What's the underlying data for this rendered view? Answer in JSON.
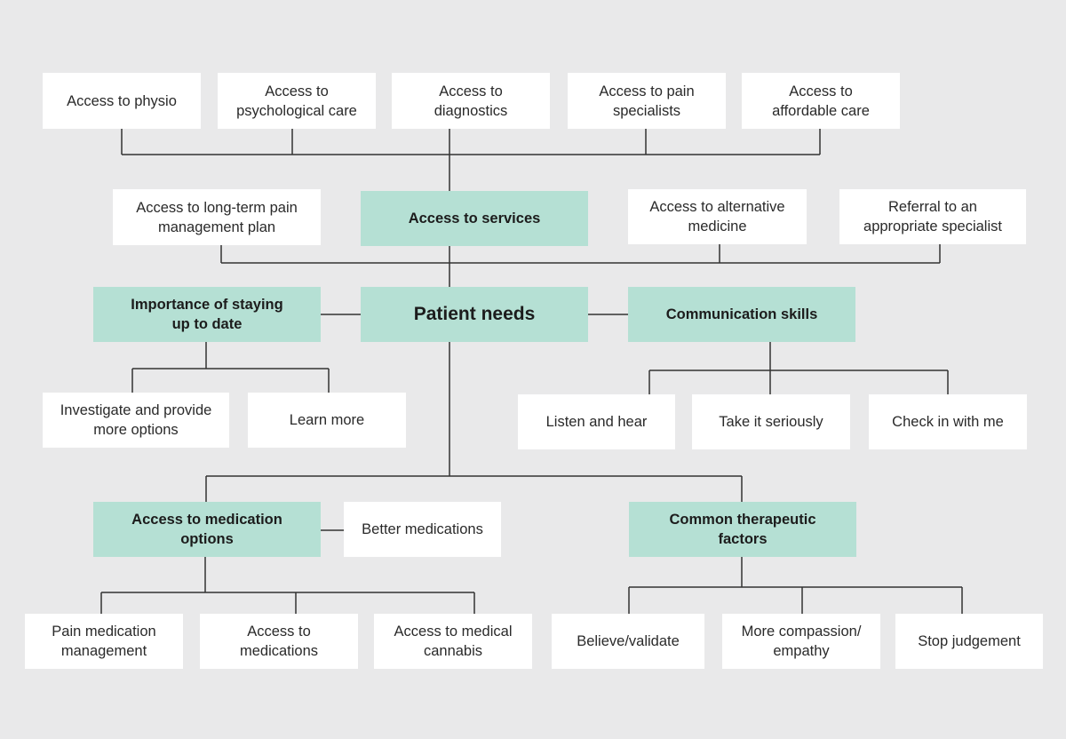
{
  "diagram": {
    "center": "Patient needs",
    "access_to_services": {
      "label": "Access to services",
      "top_row": [
        "Access to physio",
        "Access to\npsychological care",
        "Access to\ndiagnostics",
        "Access to pain\nspecialists",
        "Access to\naffordable care"
      ],
      "second_row": [
        "Access to long-term pain\nmanagement plan",
        "Access to alternative\nmedicine",
        "Referral to an\nappropriate specialist"
      ]
    },
    "staying_up_to_date": {
      "label": "Importance of staying\nup to date",
      "children": [
        "Investigate and provide\nmore options",
        "Learn more"
      ]
    },
    "communication_skills": {
      "label": "Communication skills",
      "children": [
        "Listen and hear",
        "Take it seriously",
        "Check in with me"
      ]
    },
    "medication_options": {
      "label": "Access to medication\noptions",
      "side": "Better medications",
      "children": [
        "Pain medication\nmanagement",
        "Access to\nmedications",
        "Access to medical\ncannabis"
      ]
    },
    "therapeutic_factors": {
      "label": "Common therapeutic\nfactors",
      "children": [
        "Believe/validate",
        "More compassion/\nempathy",
        "Stop judgement"
      ]
    }
  },
  "colors": {
    "background": "#e9e9ea",
    "primary_box": "#b5e0d4",
    "secondary_box": "#ffffff",
    "line": "#333333"
  }
}
